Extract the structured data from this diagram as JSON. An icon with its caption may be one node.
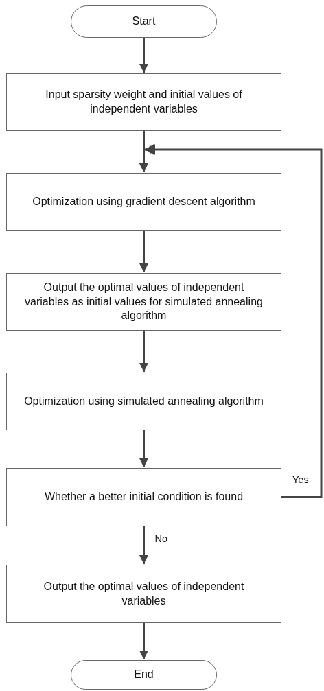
{
  "diagram": {
    "nodes": [
      {
        "text": [
          "Start"
        ]
      },
      {
        "text": [
          "Input sparsity weight and initial values of independent variables"
        ]
      },
      {
        "text": [
          "Optimization using gradient descent algorithm"
        ]
      },
      {
        "text": [
          "Output the optimal values of independent variables as initial values for simulated annealing algorithm"
        ]
      },
      {
        "text": [
          "Optimization using simulated annealing algorithm"
        ]
      },
      {
        "text": [
          "Whether a better initial condition is found"
        ]
      },
      {
        "text": [
          "Output the optimal values of independent variables"
        ]
      },
      {
        "text": [
          "End"
        ]
      }
    ],
    "edges": [
      {
        "from": 0,
        "to": 1,
        "arrow": "to"
      },
      {
        "from": 1,
        "to": 2,
        "arrow": "to"
      },
      {
        "from": 2,
        "to": 3,
        "arrow": "to"
      },
      {
        "from": 3,
        "to": 4,
        "arrow": "to"
      },
      {
        "from": 4,
        "to": 5,
        "arrow": "to"
      },
      {
        "from": 5,
        "to": 2,
        "arrow": "to",
        "label": "Yes"
      },
      {
        "from": 5,
        "to": 6,
        "arrow": "to",
        "label": "No"
      },
      {
        "from": 6,
        "to": 7,
        "arrow": "to"
      }
    ]
  }
}
